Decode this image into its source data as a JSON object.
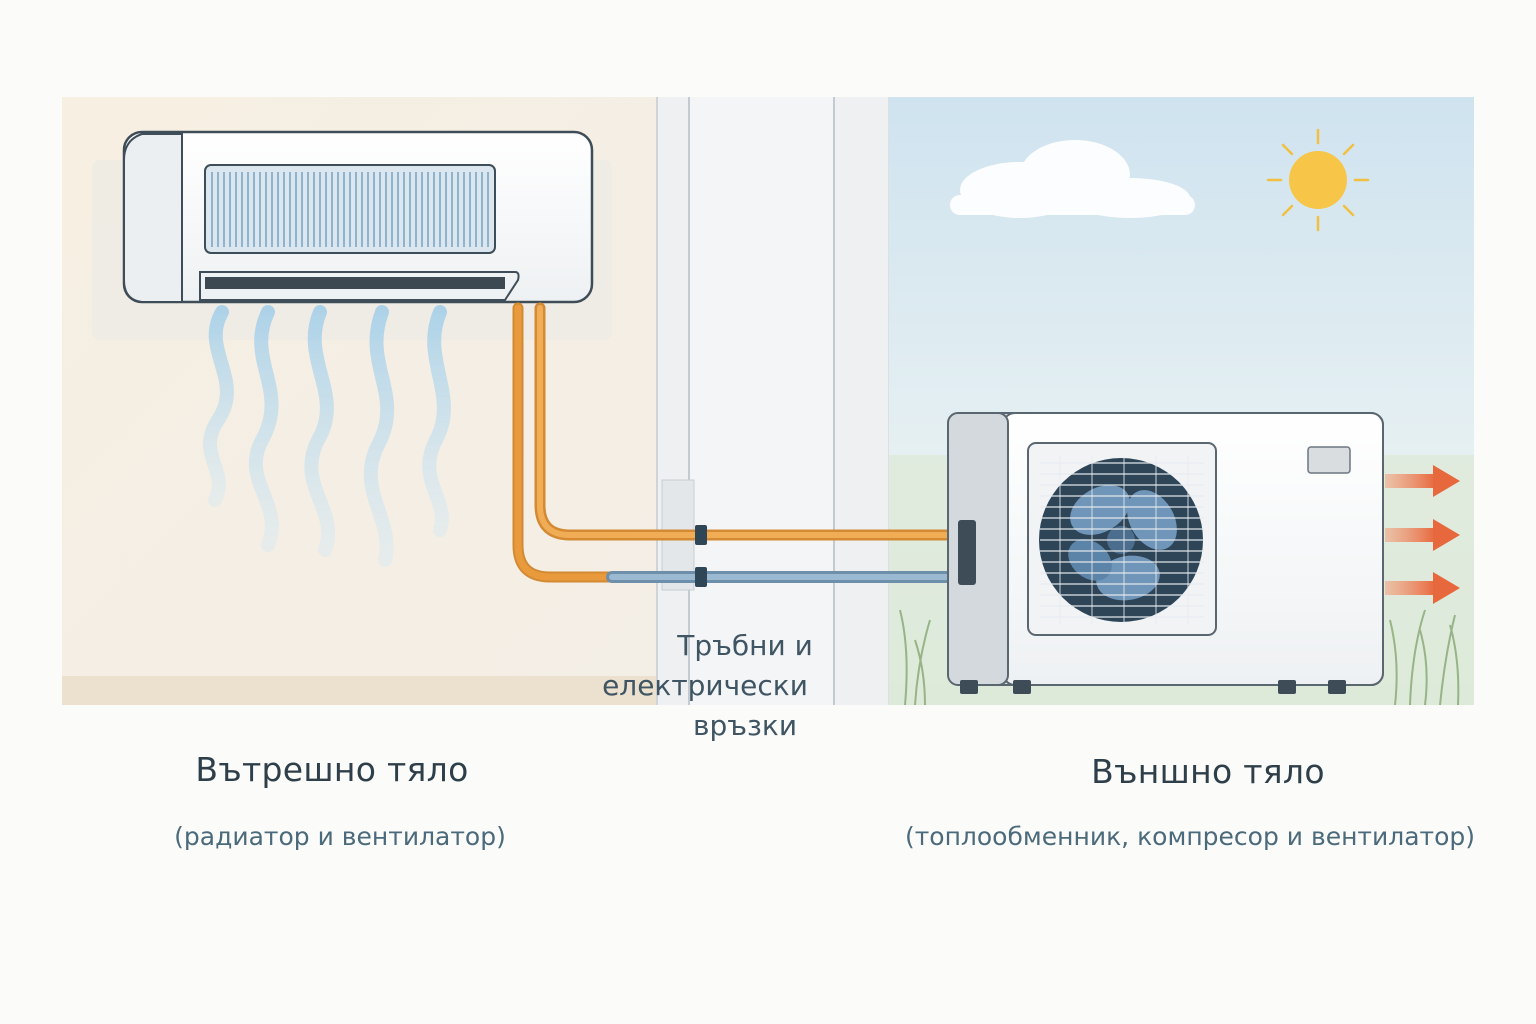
{
  "indoor": {
    "title": "Вътрешно тяло",
    "subtitle": "(радиатор и вентилатор)"
  },
  "outdoor": {
    "title": "Външно тяло",
    "subtitle": "(топлообменник, компресор и вентилатор)"
  },
  "connection": {
    "line1": "Тръбни и",
    "line2": "електрически",
    "line3": "връзки"
  },
  "colors": {
    "pipe_hot": "#e89a3c",
    "pipe_cold": "#7fa8c6",
    "cool_air": "#a9d4ee",
    "warm_air": "#ec7a4f",
    "sun": "#f7c548",
    "sky": "#dbe9f2"
  },
  "icons": [
    "snowflake-free",
    "sun-icon",
    "cloud-icon",
    "fan-icon",
    "arrow-right-icon"
  ]
}
